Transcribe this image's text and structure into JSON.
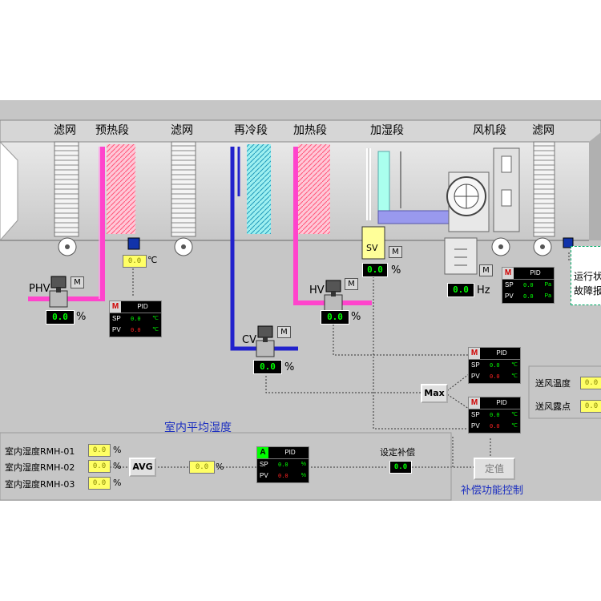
{
  "sections": [
    "滤网",
    "预热段",
    "滤网",
    "再冷段",
    "加热段",
    "加湿段",
    "风机段",
    "滤网"
  ],
  "labels": {
    "phv": "PHV",
    "hv": "HV",
    "cv": "CV",
    "sv": "SV",
    "m": "M",
    "pct": "%",
    "hz": "Hz",
    "degc": "℃",
    "max": "Max",
    "avg": "AVG",
    "set_value": "定值",
    "room_avg_humidity": "室内平均湿度",
    "compensation_control": "补偿功能控制",
    "set_compensation": "设定补偿",
    "supply_temp": "送风温度",
    "supply_dew": "送风露点",
    "run_status": "运行状",
    "fault_alarm": "故障报"
  },
  "values": {
    "preheat_temp": "0.0",
    "phv_open": "0.0",
    "hv_open": "0.0",
    "cv_open": "0.0",
    "sv_open": "0.0",
    "fan_hz": "0.0",
    "supply_temp": "0.0",
    "supply_dew": "0.0",
    "avg_humidity": "0.0",
    "set_comp": "0.0"
  },
  "rooms": [
    {
      "name": "室内湿度RMH-01",
      "value": "0.0",
      "unit": "%"
    },
    {
      "name": "室内湿度RMH-02",
      "value": "0.0",
      "unit": "%"
    },
    {
      "name": "室内湿度RMH-03",
      "value": "0.0",
      "unit": "%"
    }
  ],
  "pids": {
    "preheat": {
      "mode": "M",
      "title": "PID",
      "sp": "0.0",
      "pv": "0.0",
      "unit": "℃"
    },
    "fan": {
      "mode": "M",
      "title": "PID",
      "sp": "0.0",
      "pv": "0.0",
      "unit": "Pa"
    },
    "cool": {
      "mode": "M",
      "title": "PID",
      "sp": "0.0",
      "pv": "0.0",
      "unit": "℃"
    },
    "humid": {
      "mode": "M",
      "title": "PID",
      "sp": "0.0",
      "pv": "0.0",
      "unit": "℃"
    },
    "room": {
      "mode": "A",
      "title": "PID",
      "sp": "0.0",
      "pv": "0.0",
      "unit": "%"
    }
  },
  "pid_keys": {
    "sp": "SP",
    "pv": "PV"
  },
  "colors": {
    "panel_bg": "#c6c6c6",
    "display_bg": "#000000",
    "display_text": "#00ff00",
    "setpoint_box": "#ffff66",
    "hot_pipe": "#ff44cc",
    "cold_pipe": "#2222cc",
    "label_blue": "#1c2fc0"
  }
}
